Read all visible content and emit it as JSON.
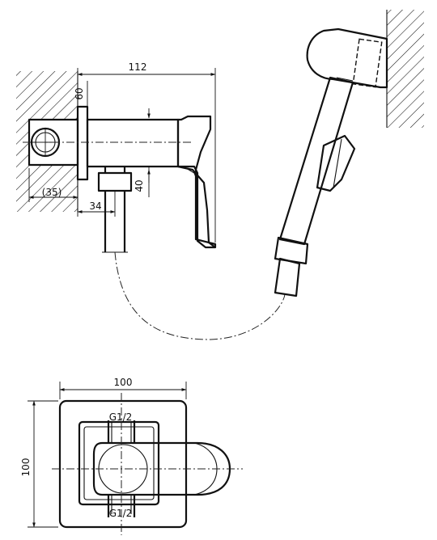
{
  "dimensions": {
    "top_width": "112",
    "plate_thickness": "60",
    "body_depth": "(35)",
    "outlet_height": "40",
    "outlet_offset": "34",
    "plate_width": "100",
    "plate_height": "100",
    "thread_top": "G1/2",
    "thread_bottom": "G1/2"
  }
}
